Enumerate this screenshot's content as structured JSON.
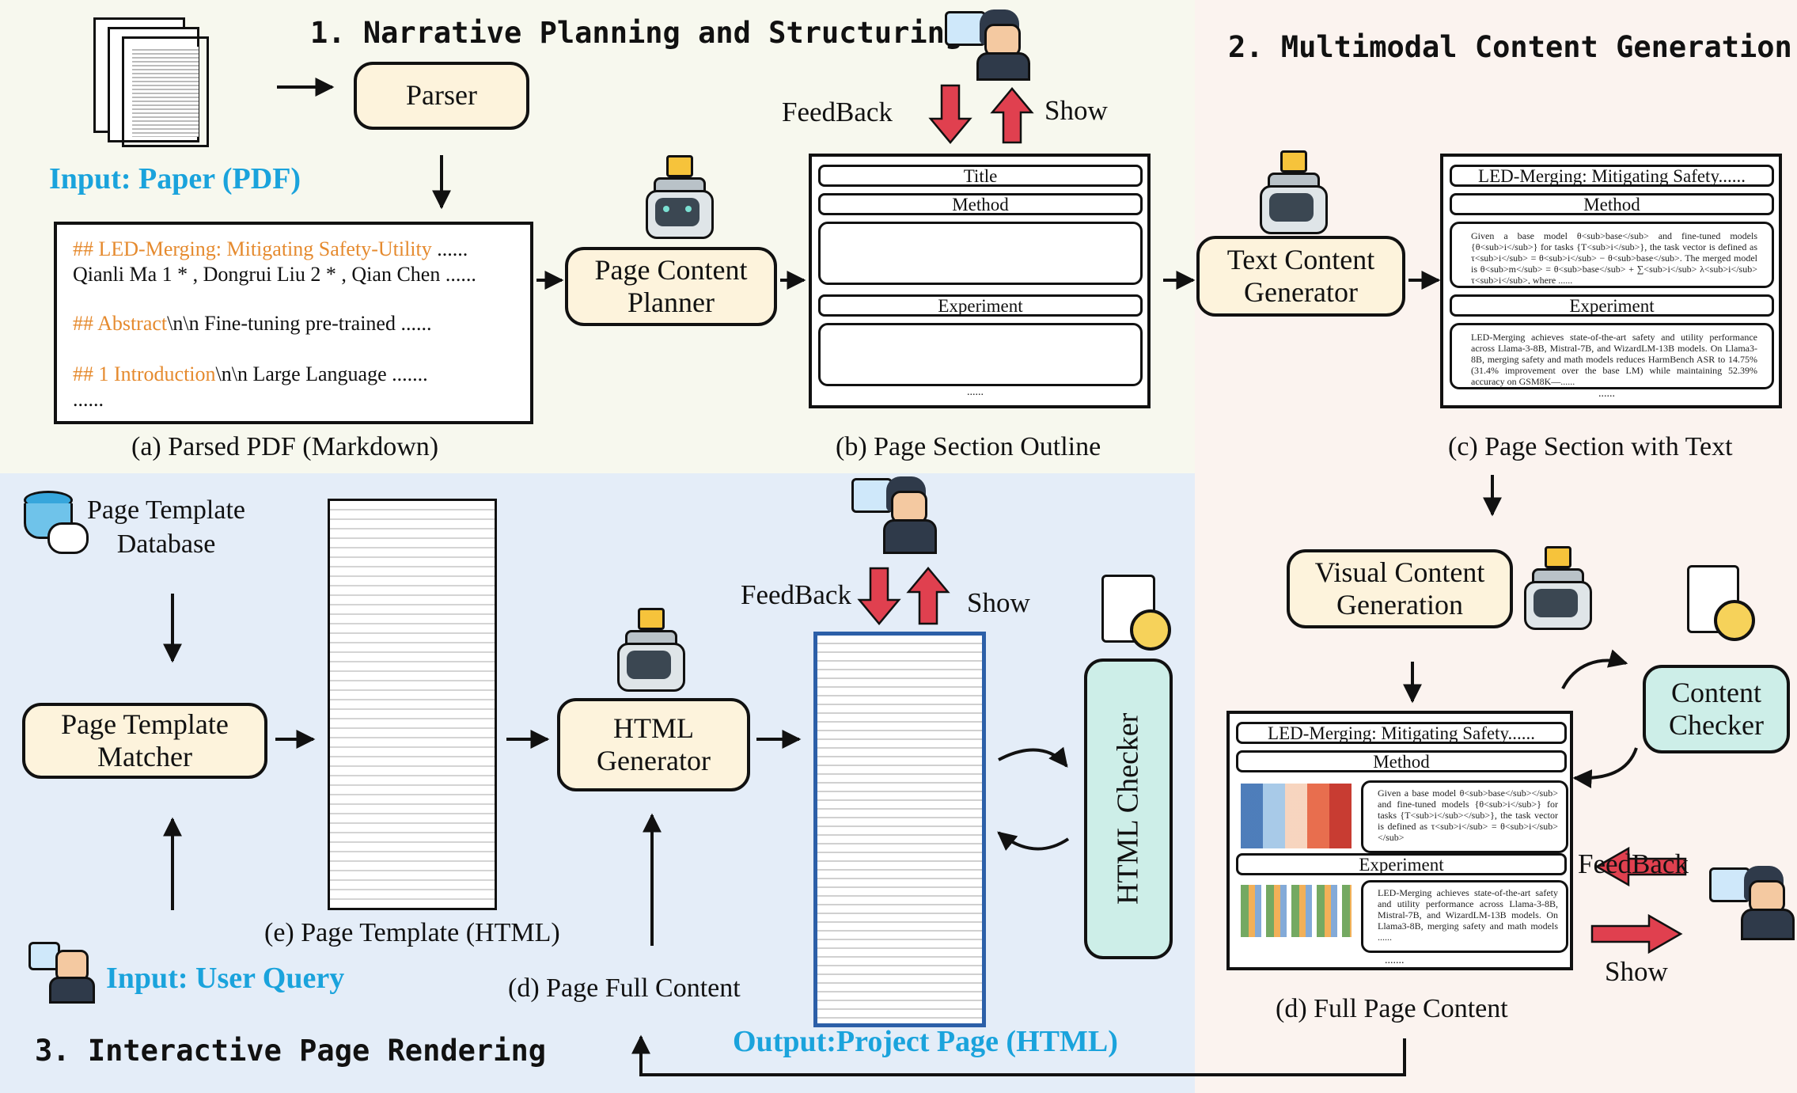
{
  "sections": {
    "s1": "1. Narrative Planning and Structuring",
    "s2": "2. Multimodal Content Generation",
    "s3": "3. Interactive Page Rendering"
  },
  "inputs": {
    "paper": "Input: Paper (PDF)",
    "query": "Input: User Query",
    "output": "Output:Project Page (HTML)"
  },
  "nodes": {
    "parser": "Parser",
    "planner": "Page Content\nPlanner",
    "text_gen": "Text Content\nGenerator",
    "visual_gen": "Visual Content\nGeneration",
    "content_checker": "Content\nChecker",
    "template_db": "Page Template\nDatabase",
    "template_matcher": "Page Template\nMatcher",
    "html_gen": "HTML\nGenerator",
    "html_checker": "HTML  Checker"
  },
  "markdown": {
    "l1_prefix": "## LED-Merging: Mitigating Safety-Utility",
    "l1_suffix": " ......",
    "l2": "Qianli Ma 1 * , Dongrui Liu 2 * , Qian Chen ......",
    "l3_prefix": "## Abstract",
    "l3_suffix": "\\n\\n Fine-tuning pre-trained ......",
    "l4_prefix": "## 1 Introduction",
    "l4_suffix": "\\n\\n Large Language .......",
    "l5": "......"
  },
  "outline": {
    "title": "Title",
    "method": "Method",
    "experiment": "Experiment",
    "dots": "......"
  },
  "section_text": {
    "title": "LED-Merging: Mitigating Safety......",
    "method": "Method",
    "method_body": "Given a base model θ<sub>base</sub> and fine-tuned models {θ<sub>i</sub>} for tasks {T<sub>i</sub>}, the task vector is defined as τ<sub>i</sub> = θ<sub>i</sub> − θ<sub>base</sub>. The merged model is θ<sub>m</sub> = θ<sub>base</sub> + ∑<sub>i</sub> λ<sub>i</sub> τ<sub>i</sub>, where ......",
    "experiment": "Experiment",
    "experiment_body": "LED-Merging achieves state-of-the-art safety and utility performance across Llama-3-8B, Mistral-7B, and WizardLM-13B models. On Llama3-8B, merging safety and math models reduces HarmBench ASR to 14.75% (31.4% improvement over the base LM) while maintaining 52.39% accuracy on GSM8K—......",
    "dots": "......"
  },
  "full_page": {
    "title": "LED-Merging: Mitigating Safety......",
    "method": "Method",
    "method_body": "Given a base model θ<sub>base</sub></sub> and fine-tuned models {θ<sub>i</sub>} for tasks {T<sub>i</sub></sub>}, the task vector is defined as τ<sub>i</sub> = θ<sub>i</sub></sub>",
    "experiment": "Experiment",
    "experiment_body": "LED-Merging achieves state-of-the-art safety and utility performance across Llama-3-8B, Mistral-7B, and WizardLM-13B models. On Llama3-8B, merging safety and math models ......",
    "dots": "......."
  },
  "captions": {
    "a": "(a) Parsed PDF (Markdown)",
    "b": "(b) Page Section Outline",
    "c": "(c) Page Section with Text",
    "d_full_page": "(d) Full Page  Content",
    "d_page_full": "(d) Page Full Content",
    "e": "(e) Page Template (HTML)"
  },
  "feedback": {
    "feedback": "FeedBack",
    "show": "Show"
  },
  "colors": {
    "panel1": "#f7f8ee",
    "panel2": "#fbf3ef",
    "panel3": "#e4edf8",
    "node": "#fdf3dc",
    "checker": "#cdeee8",
    "accent_blue": "#1aa3dc",
    "arrow_red": "#e0404f",
    "orange": "#e58a2e"
  }
}
